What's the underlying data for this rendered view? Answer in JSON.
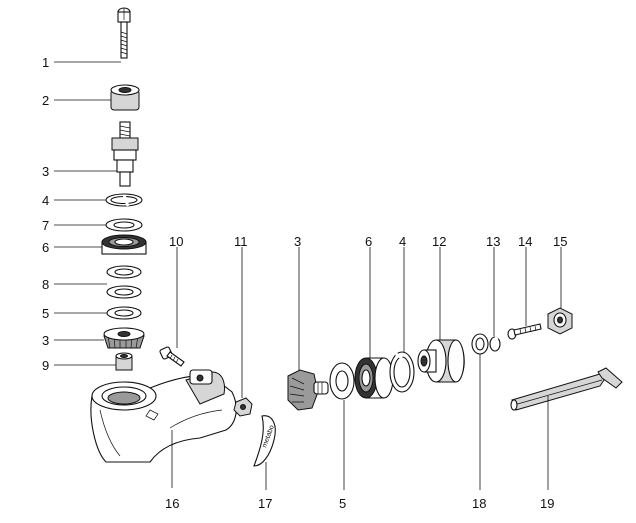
{
  "callouts": {
    "c1": "1",
    "c2": "2",
    "c3a": "3",
    "c4a": "4",
    "c7": "7",
    "c6a": "6",
    "c8": "8",
    "c5a": "5",
    "c3b": "3",
    "c9": "9",
    "c10": "10",
    "c11": "11",
    "c3c": "3",
    "c6b": "6",
    "c4b": "4",
    "c12": "12",
    "c13": "13",
    "c14": "14",
    "c15": "15",
    "c16": "16",
    "c17": "17",
    "c5b": "5",
    "c18": "18",
    "c19": "19"
  },
  "housing_logo": "metabo"
}
